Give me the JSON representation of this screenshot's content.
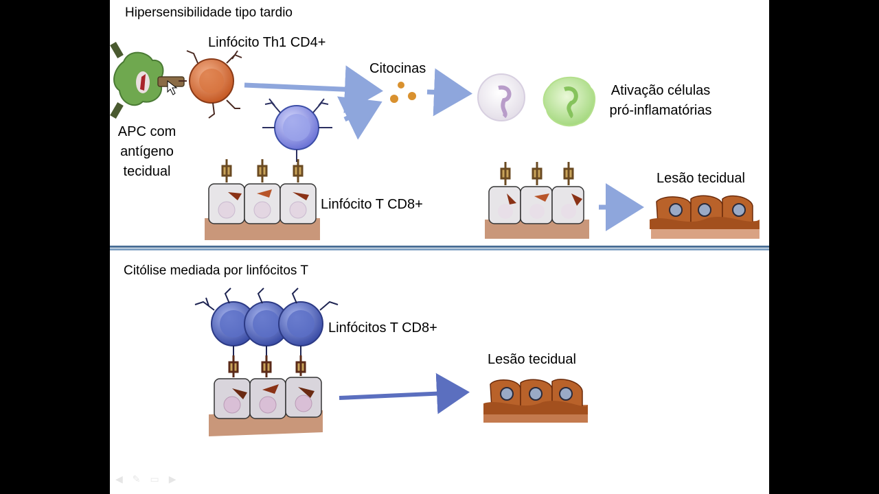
{
  "slide": {
    "top_section": {
      "title": "Hipersensibilidade tipo tardio",
      "labels": {
        "th1": "Linfócito Th1 CD4+",
        "citocinas": "Citocinas",
        "apc": [
          "APC com",
          "antígeno",
          "tecidual"
        ],
        "ativacao": [
          "Ativação células",
          "pró-inflamatórias"
        ],
        "cd8": "Linfócito T CD8+",
        "lesao": "Lesão tecidual"
      }
    },
    "bottom_section": {
      "title": "Citólise mediada por linfócitos T",
      "labels": {
        "cd8_plural": "Linfócitos T CD8+",
        "lesao": "Lesão tecidual"
      }
    }
  },
  "colors": {
    "divider": "#4a6f96",
    "arrow": "#8ea6dc",
    "arrow_dark": "#5b6fbf",
    "tissue": "#c9977a",
    "epithelial": "#e7e5e8",
    "th1": "#d4703d",
    "cd8": "#8a8fe0",
    "cd8_dark": "#4e62b8",
    "apc": "#6fa84f",
    "damaged": "#b9622a"
  },
  "icons": [
    "cursor-icon",
    "slide-prev-icon",
    "slide-pen-icon",
    "slide-menu-icon",
    "slide-next-icon"
  ]
}
